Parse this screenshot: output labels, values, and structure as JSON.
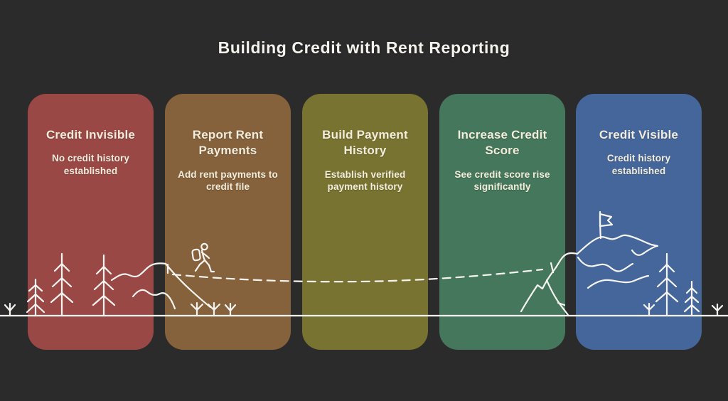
{
  "title": "Building Credit with Rent Reporting",
  "theme": {
    "background": "#2b2b2b",
    "line_color": "#f7f5f1",
    "title_color": "#f4f2ed",
    "card_text_color": "#f3eddc"
  },
  "cards": [
    {
      "id": "credit-invisible",
      "title": "Credit Invisible",
      "subtitle": "No credit history established",
      "color": "#9a4845"
    },
    {
      "id": "report-rent-payments",
      "title": "Report Rent Payments",
      "subtitle": "Add rent payments to credit file",
      "color": "#85613c"
    },
    {
      "id": "build-payment-history",
      "title": "Build Payment History",
      "subtitle": "Establish verified payment history",
      "color": "#797331"
    },
    {
      "id": "increase-credit-score",
      "title": "Increase Credit Score",
      "subtitle": "See credit score rise significantly",
      "color": "#45775c"
    },
    {
      "id": "credit-visible",
      "title": "Credit Visible",
      "subtitle": "Credit history established",
      "color": "#45669b"
    }
  ],
  "illustration": {
    "icons": [
      "ground-line-icon",
      "pine-tree-icon",
      "grass-icon",
      "hill-wave-icon",
      "small-mountain-icon",
      "hiker-icon",
      "dashed-trail-icon",
      "trail-tick-icon",
      "summit-mountain-icon",
      "ridge-icon",
      "flag-icon"
    ]
  }
}
